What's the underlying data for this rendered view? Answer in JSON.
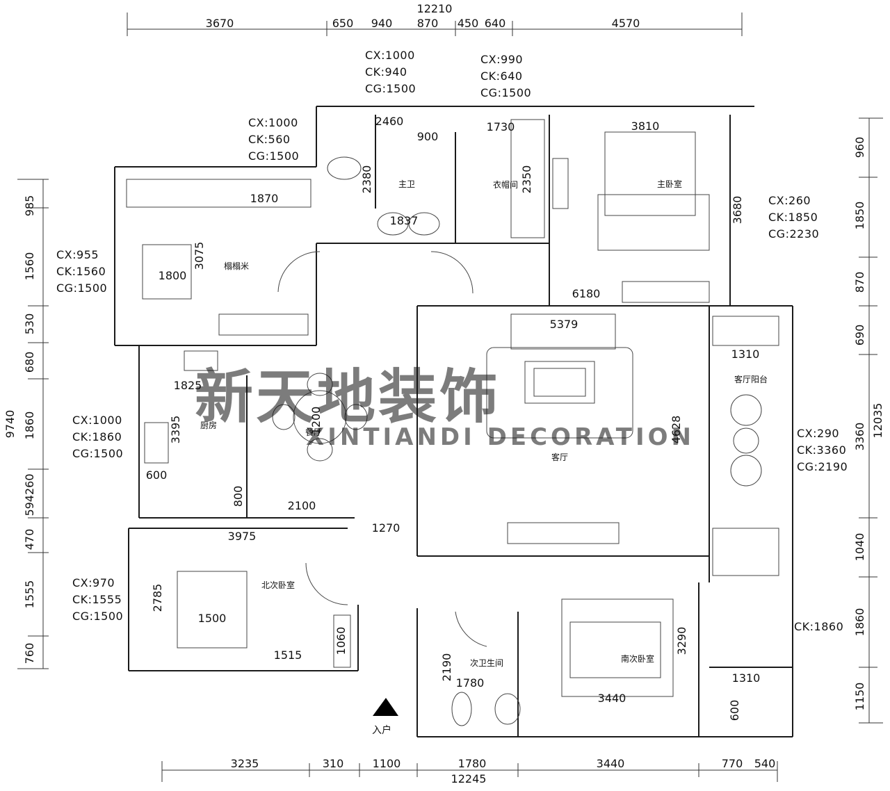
{
  "dims_top": [
    "12210",
    "3670",
    "650",
    "940",
    "870",
    "450",
    "640",
    "4570"
  ],
  "dims_bottom": [
    "3235",
    "310",
    "1100",
    "1780",
    "3440",
    "770",
    "540",
    "12245"
  ],
  "dims_left": [
    "9740",
    "985",
    "1560",
    "530",
    "680",
    "1860",
    "594260",
    "470",
    "1555",
    "760"
  ],
  "dims_right": [
    "12035",
    "960",
    "1850",
    "870",
    "690",
    "3360",
    "1040",
    "1860",
    "1150"
  ],
  "dims_inner": [
    "2460",
    "900",
    "1730",
    "3810",
    "2380",
    "2350",
    "1837",
    "1870",
    "3075",
    "1800",
    "3680",
    "6180",
    "5379",
    "1310",
    "1825",
    "3395",
    "1200",
    "4628",
    "600",
    "800",
    "2100",
    "1270",
    "3975",
    "2785",
    "1500",
    "1515",
    "1060",
    "3290",
    "2190",
    "1780",
    "3440",
    "1310",
    "600"
  ],
  "specs": [
    [
      "CX:1000",
      "CK:940",
      "CG:1500"
    ],
    [
      "CX:990",
      "CK:640",
      "CG:1500"
    ],
    [
      "CX:1000",
      "CK:560",
      "CG:1500"
    ],
    [
      "CX:955",
      "CK:1560",
      "CG:1500"
    ],
    [
      "CX:260",
      "CK:1850",
      "CG:2230"
    ],
    [
      "CX:1000",
      "CK:1860",
      "CG:1500"
    ],
    [
      "CX:290",
      "CK:3360",
      "CG:2190"
    ],
    [
      "CX:970",
      "CK:1555",
      "CG:1500"
    ],
    [
      "CK:1860"
    ]
  ],
  "rooms": [
    "主卫",
    "衣帽间",
    "主卧室",
    "榻榻米",
    "厨房",
    "餐厅",
    "客厅",
    "客厅阳台",
    "北次卧室",
    "次卫生间",
    "南次卧室"
  ],
  "entrance": "入户",
  "watermark": {
    "cn": "新天地装饰",
    "en": "XINTIANDI DECORATION"
  }
}
